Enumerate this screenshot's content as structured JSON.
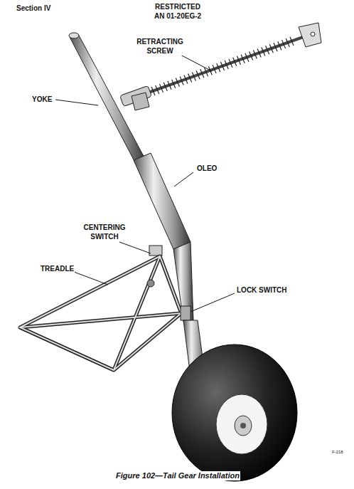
{
  "diagram": {
    "caption": "Figure 102—Tail Gear Installation",
    "labels": [
      "Section IV",
      "RESTRICTED",
      "AN 01-20EG-2",
      "RETRACTING SCREW",
      "YOKE",
      "OLEO",
      "CENTERING SWITCH",
      "TREADLE",
      "LOCK SWITCH",
      "F-218"
    ]
  }
}
